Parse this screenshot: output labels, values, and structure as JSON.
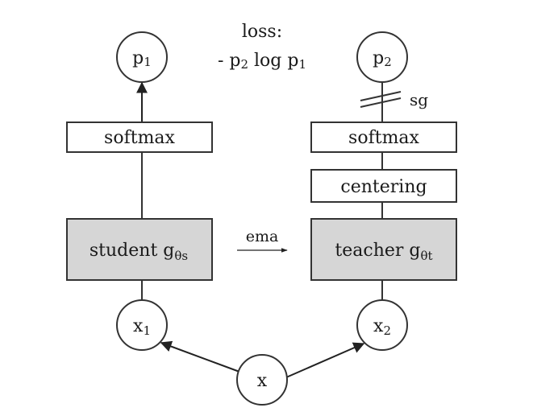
{
  "loss": {
    "title": "loss:",
    "formula_prefix": "- p",
    "formula_sub1": "2",
    "formula_mid": " log p",
    "formula_sub2": "1"
  },
  "student": {
    "output_base": "p",
    "output_sub": "1",
    "softmax_label": "softmax",
    "network_base": "student g",
    "network_sub": "θs",
    "input_base": "x",
    "input_sub": "1"
  },
  "teacher": {
    "output_base": "p",
    "output_sub": "2",
    "stop_gradient_label": "sg",
    "softmax_label": "softmax",
    "centering_label": "centering",
    "network_base": "teacher g",
    "network_sub": "θt",
    "input_base": "x",
    "input_sub": "2"
  },
  "ema_label": "ema",
  "source_input": "x",
  "colors": {
    "network_fill": "#d6d6d6",
    "stroke": "#333333",
    "text": "#1a1a1a"
  }
}
